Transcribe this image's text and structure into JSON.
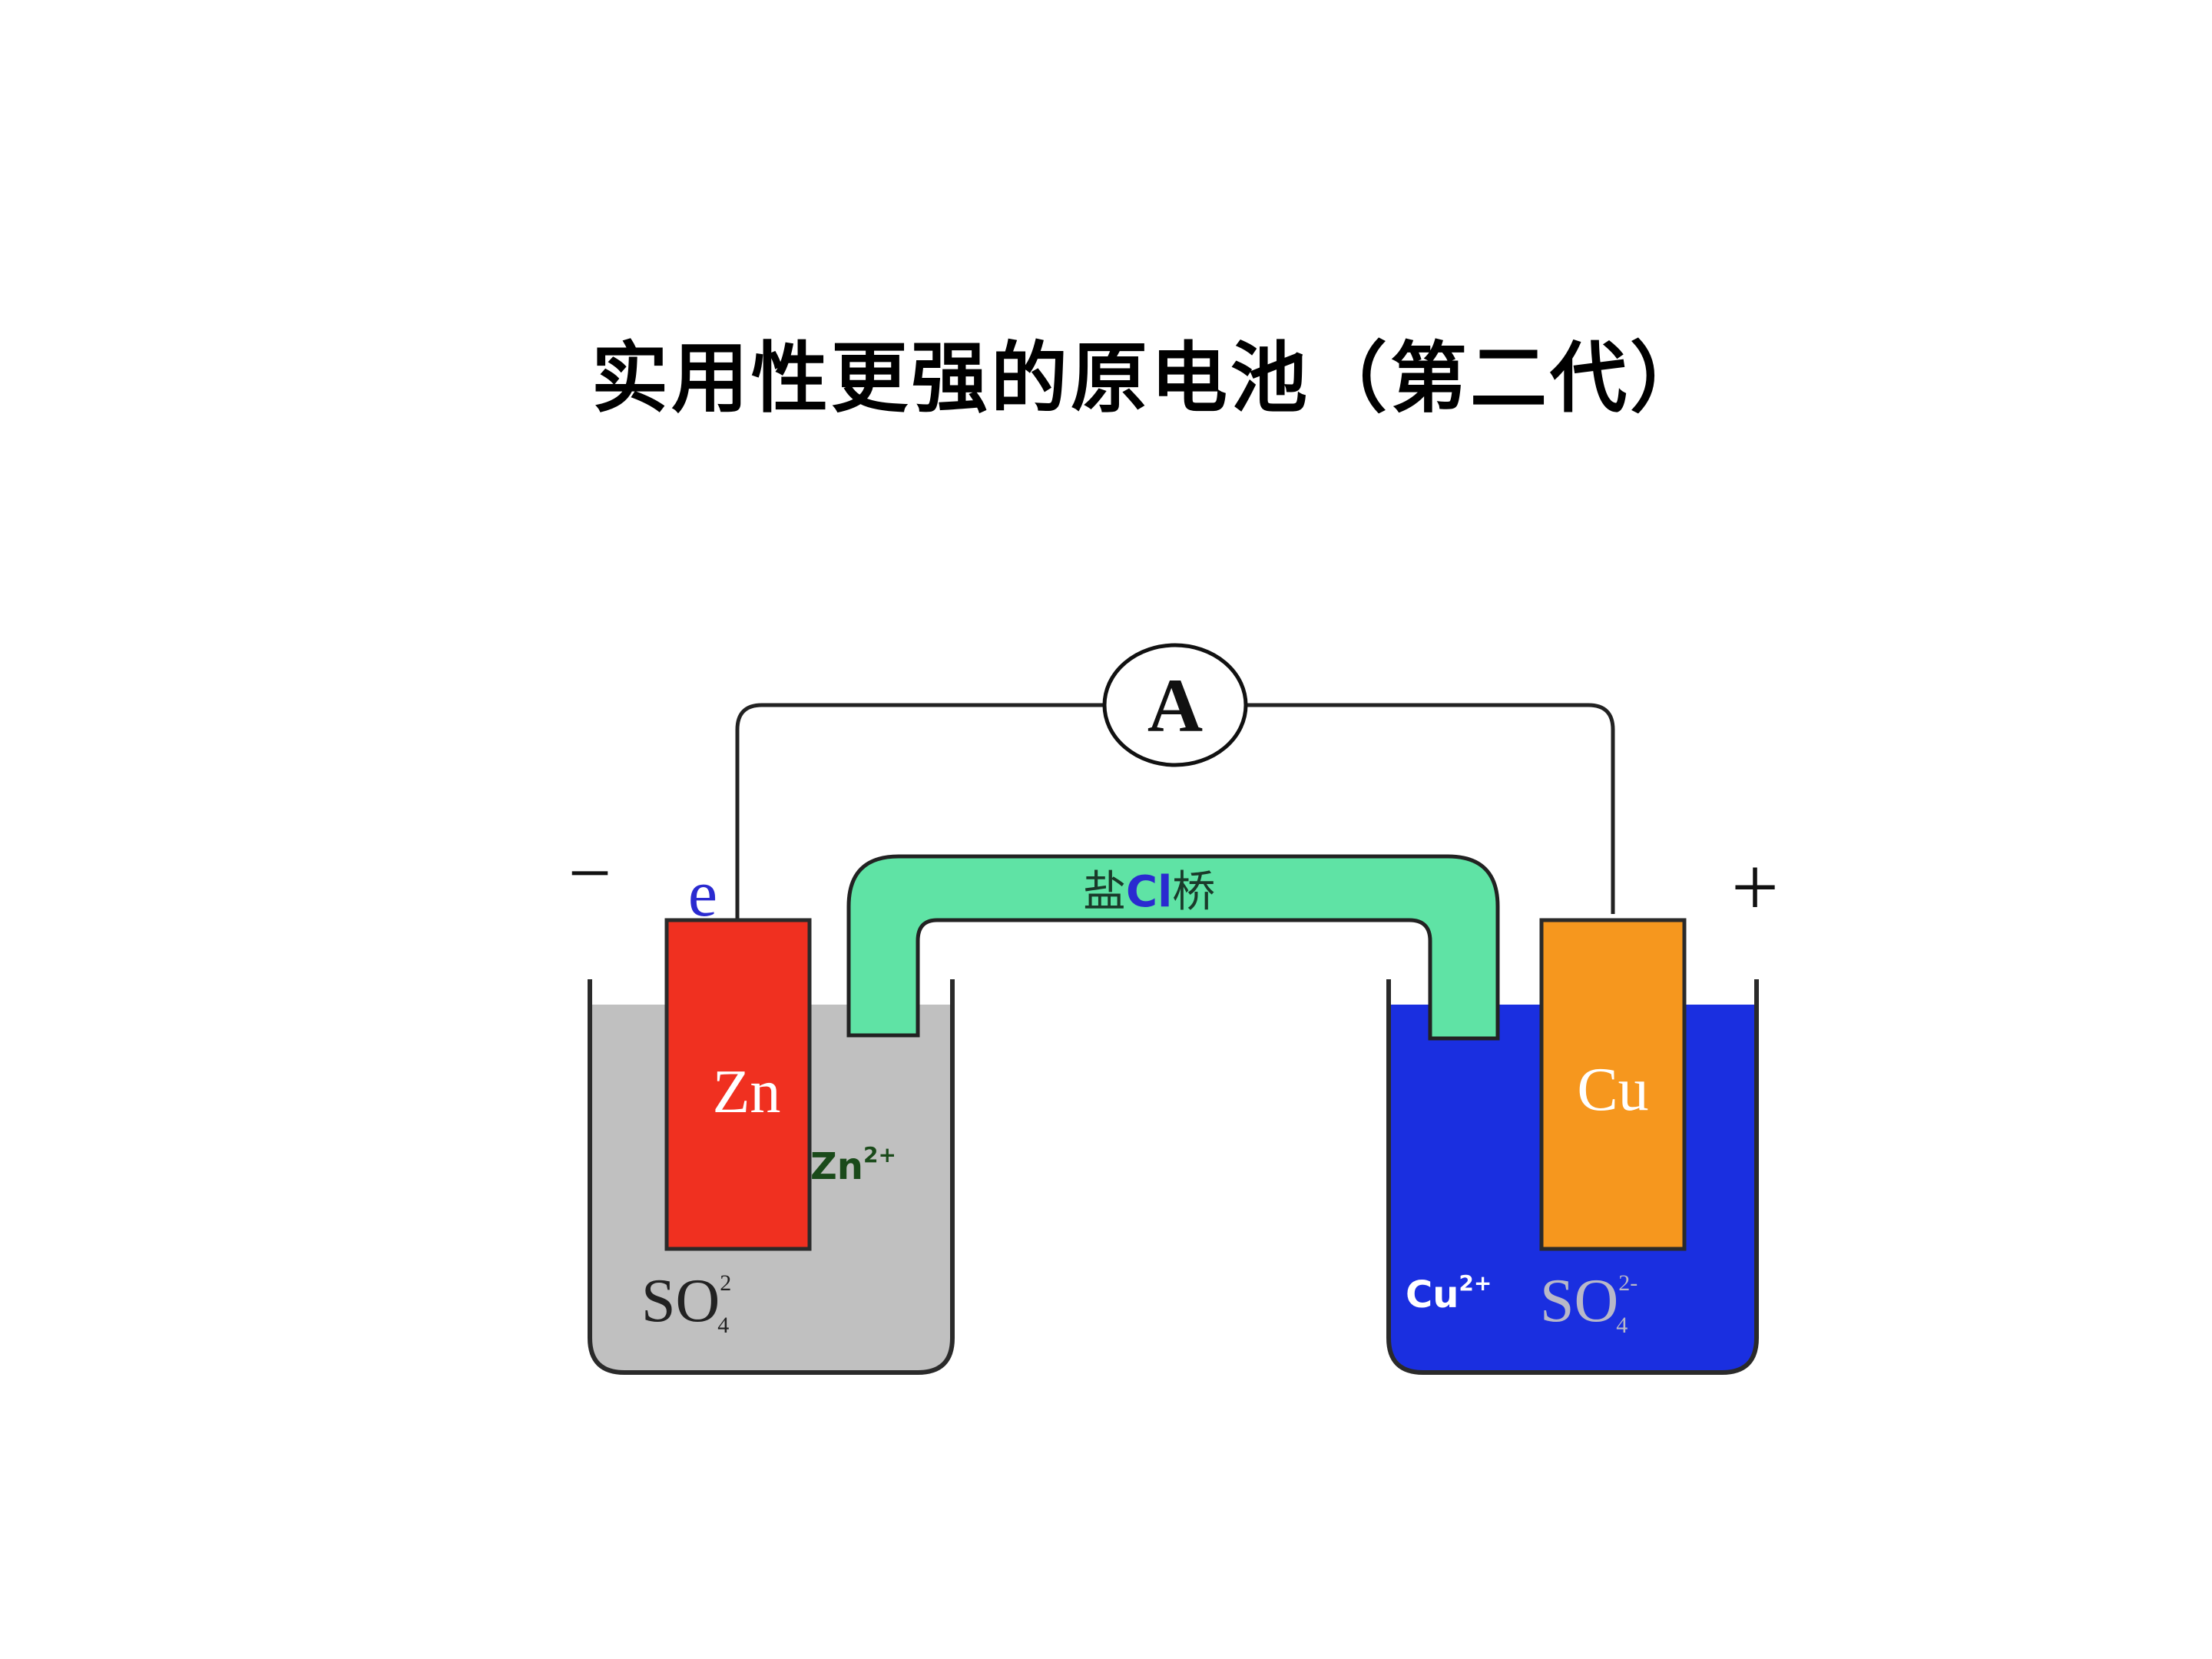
{
  "slide": {
    "title": "实用性更强的原电池（第二代）"
  },
  "diagram": {
    "ammeter_label": "A",
    "negative_sign": "−",
    "positive_sign": "+",
    "electron_symbol": "e",
    "salt_bridge_label_left": "盐",
    "salt_bridge_ion": "Cl",
    "salt_bridge_label_right": "桥",
    "left_electrode": "Zn",
    "right_electrode": "Cu",
    "left_ion": "Zn",
    "left_ion_charge": "2+",
    "right_ion": "Cu",
    "right_ion_charge": "2+",
    "sulfate_left": "SO",
    "sulfate_left_sub": "4",
    "sulfate_left_sup": "2",
    "sulfate_right": "SO",
    "sulfate_right_sub": "4",
    "sulfate_right_sup": "2-"
  },
  "colors": {
    "zinc_electrode": "#f03020",
    "copper_electrode": "#f6971e",
    "zinc_solution": "#c0c0c0",
    "copper_solution": "#1a2fe0",
    "salt_bridge": "#5fe3a5",
    "electron": "#2a2ad0",
    "ion_green": "#1a4a1a",
    "ion_white": "#ffffff"
  }
}
